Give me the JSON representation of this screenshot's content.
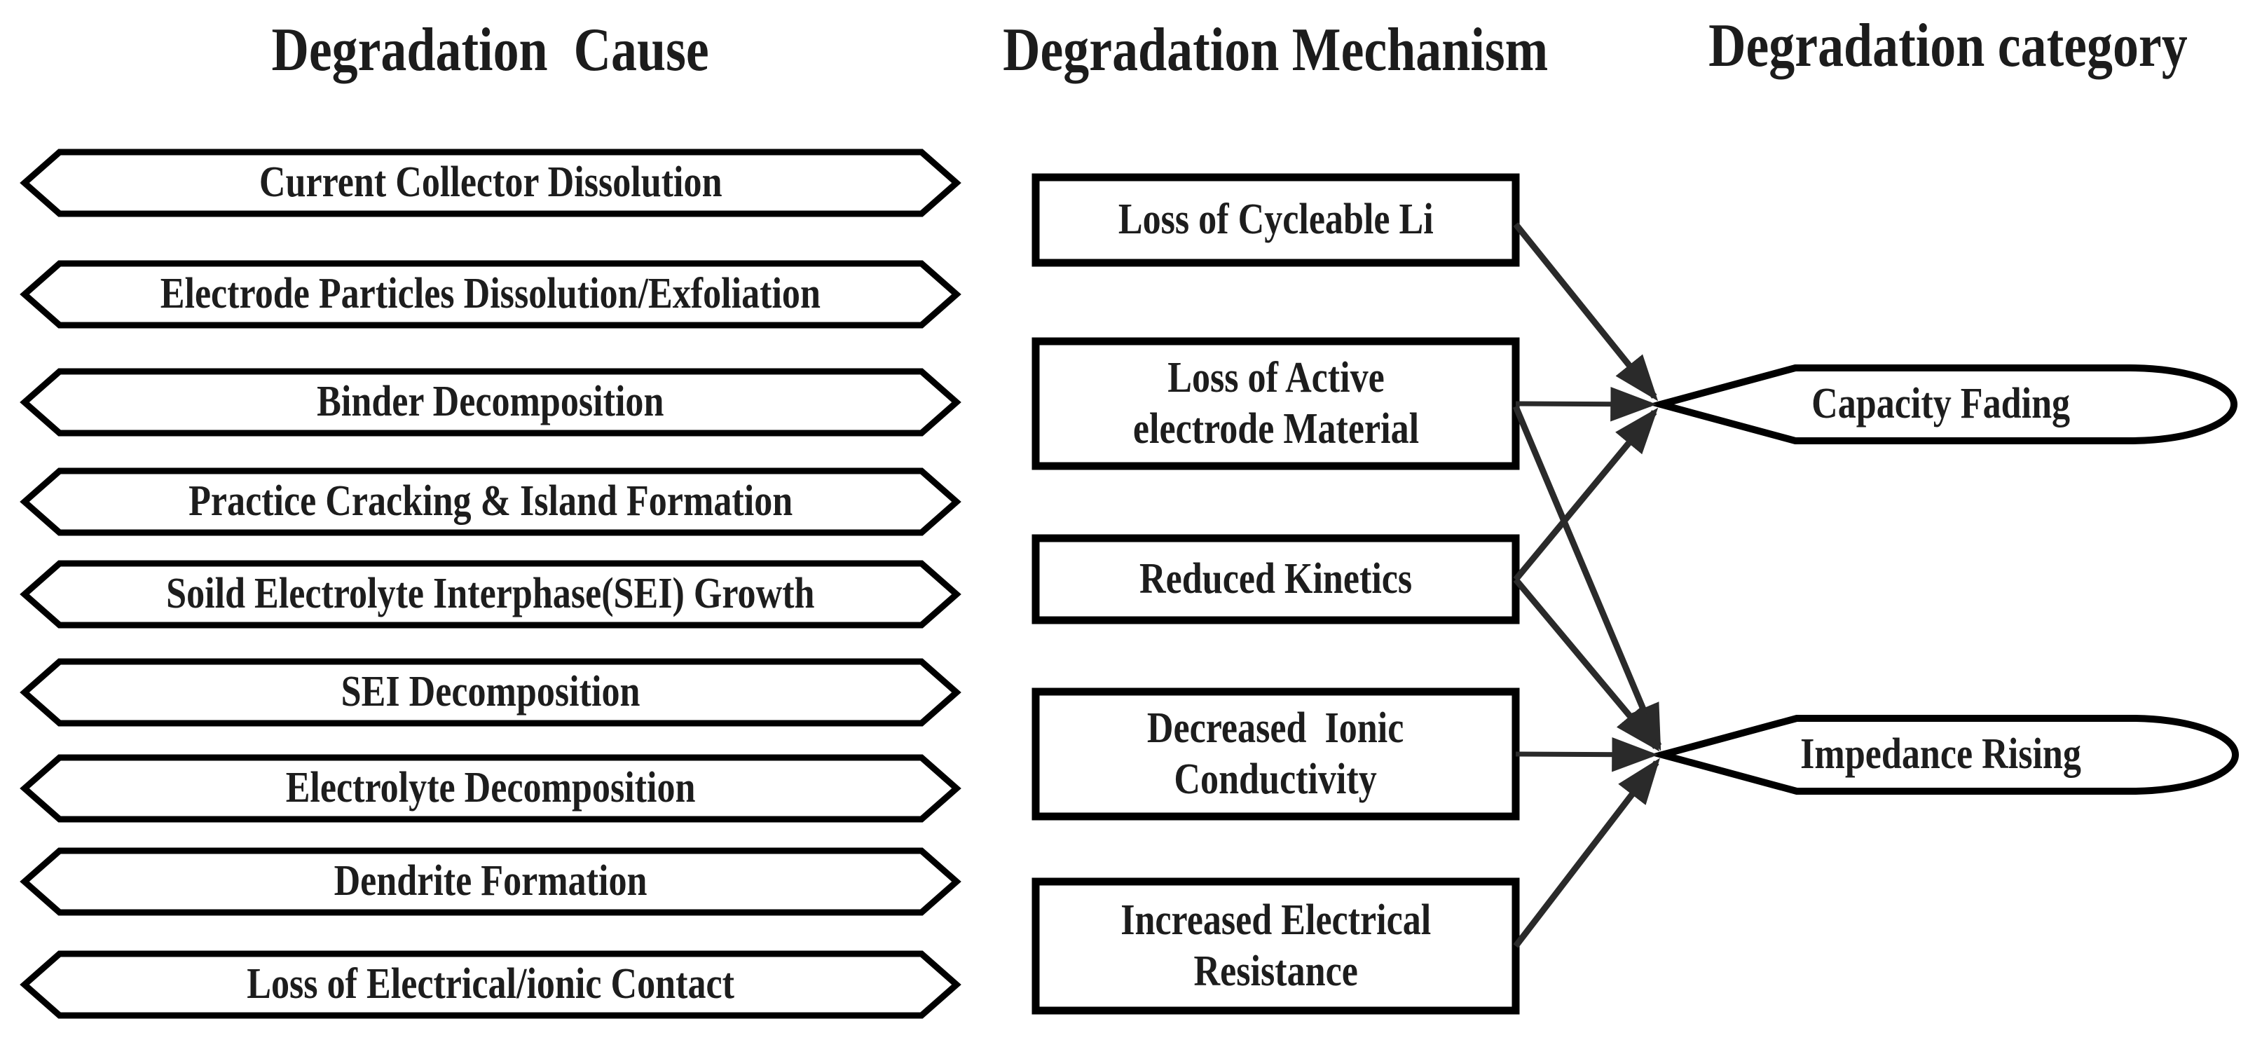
{
  "headers": {
    "cause": "Degradation  Cause",
    "mechanism": "Degradation Mechanism",
    "category": "Degradation category"
  },
  "causes": [
    "Current Collector Dissolution",
    "Electrode Particles Dissolution/Exfoliation",
    "Binder Decomposition",
    "Practice Cracking & Island Formation",
    "Soild Electrolyte Interphase(SEI) Growth",
    "SEI Decomposition",
    "Electrolyte Decomposition",
    "Dendrite Formation",
    "Loss of Electrical/ionic Contact"
  ],
  "mechanisms": [
    "Loss of Cycleable Li",
    "Loss of Active\nelectrode Material",
    "Reduced Kinetics",
    "Decreased  Ionic\nConductivity",
    "Increased Electrical\nResistance"
  ],
  "categories": [
    "Capacity Fading",
    "Impedance Rising"
  ],
  "connections": [
    {
      "from": "Loss of Cycleable Li",
      "to": "Capacity Fading"
    },
    {
      "from": "Loss of Active electrode Material",
      "to": "Capacity Fading"
    },
    {
      "from": "Loss of Active electrode Material",
      "to": "Impedance Rising"
    },
    {
      "from": "Reduced Kinetics",
      "to": "Capacity Fading"
    },
    {
      "from": "Reduced Kinetics",
      "to": "Impedance Rising"
    },
    {
      "from": "Decreased Ionic Conductivity",
      "to": "Impedance Rising"
    },
    {
      "from": "Increased Electrical Resistance",
      "to": "Impedance Rising"
    }
  ],
  "colors": {
    "shape_stroke": "#000000",
    "arrow": "#2a2a2a",
    "text": "#1d1d1d",
    "background": "#ffffff"
  }
}
